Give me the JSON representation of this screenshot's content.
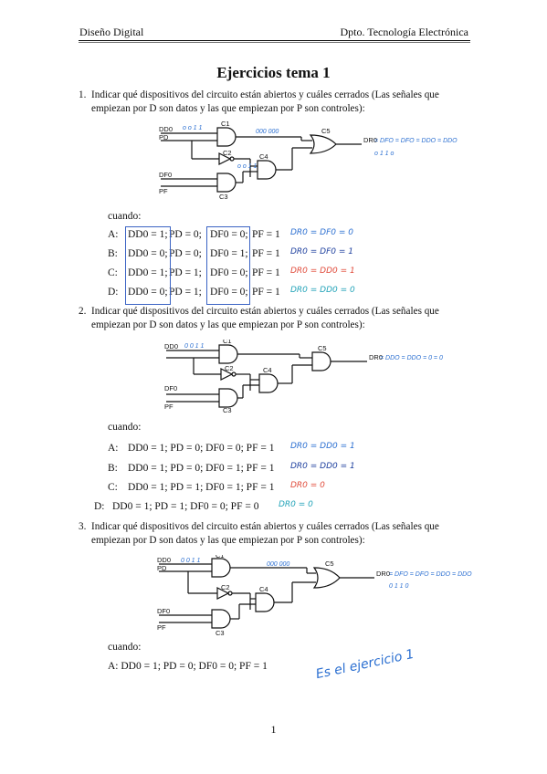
{
  "header": {
    "left": "Diseño Digital",
    "right": "Dpto. Tecnología Electrónica"
  },
  "title": "Ejercicios tema 1",
  "questions": [
    {
      "number": "1.",
      "text_line1": "Indicar qué dispositivos del circuito están abiertos y cuáles cerrados (Las señales que",
      "text_line2": "empiezan por D son datos y las que empiezan por P son controles):",
      "cuando": "cuando:",
      "options": [
        {
          "label": "A:",
          "dd0": "DD0 = 1;",
          "pd": "PD = 0;",
          "df0": "DF0 = 0;",
          "pf": "PF = 1",
          "note": "DR0 = DF0 = 0"
        },
        {
          "label": "B:",
          "dd0": "DD0 = 0;",
          "pd": "PD = 0;",
          "df0": "DF0 = 1;",
          "pf": "PF = 1",
          "note": "DR0 = DF0 = 1"
        },
        {
          "label": "C:",
          "dd0": "DD0 = 1;",
          "pd": "PD = 1;",
          "df0": "DF0 = 0;",
          "pf": "PF = 1",
          "note": "DR0 = DD0 = 1"
        },
        {
          "label": "D:",
          "dd0": "DD0 = 0;",
          "pd": "PD = 1;",
          "df0": "DF0 = 0;",
          "pf": "PF = 1",
          "note": "DR0 = DD0 = 0"
        }
      ]
    },
    {
      "number": "2.",
      "text_line1": "Indicar qué dispositivos del circuito están abiertos y cuáles cerrados (Las señales que",
      "text_line2": "empiezan por D son datos y las que empiezan por P son controles):",
      "cuando": "cuando:",
      "options": [
        {
          "label": "A:",
          "text": "DD0 = 1; PD = 0; DF0 = 0; PF = 1",
          "note": "DR0 = DD0 = 1"
        },
        {
          "label": "B:",
          "text": "DD0 = 1; PD = 0; DF0 = 1; PF = 1",
          "note": "DR0 = DD0 = 1"
        },
        {
          "label": "C:",
          "text": "DD0 = 1; PD = 1; DF0 = 1; PF = 1",
          "note": "DR0 = 0"
        },
        {
          "label": "D:",
          "text": "DD0 = 1; PD = 1; DF0 = 0; PF = 0",
          "note": "DR0 = 0"
        }
      ]
    },
    {
      "number": "3.",
      "text_line1": "Indicar qué dispositivos del circuito están abiertos y cuáles cerrados (Las señales que",
      "text_line2": "empiezan por D son datos y las que empiezan por P son controles):",
      "cuando": "cuando:",
      "options": [
        {
          "text": "A: DD0 = 1; PD = 0; DF0 = 0; PF = 1"
        }
      ],
      "handwritten": "Es el ejercicio 1"
    }
  ],
  "circuit": {
    "dd0": "DD0",
    "pd": "PD",
    "df0": "DF0",
    "pf": "PF",
    "c1": "C1",
    "c2": "C2",
    "c3": "C3",
    "c4": "C4",
    "c5": "C5",
    "dr0": "DR0"
  },
  "page_number": "1",
  "colors": {
    "blue_ink": "#2b6fd1",
    "red_ink": "#e04b3b",
    "teal_ink": "#22a3b8",
    "box_blue": "#3b63c4",
    "rule": "#000000"
  }
}
